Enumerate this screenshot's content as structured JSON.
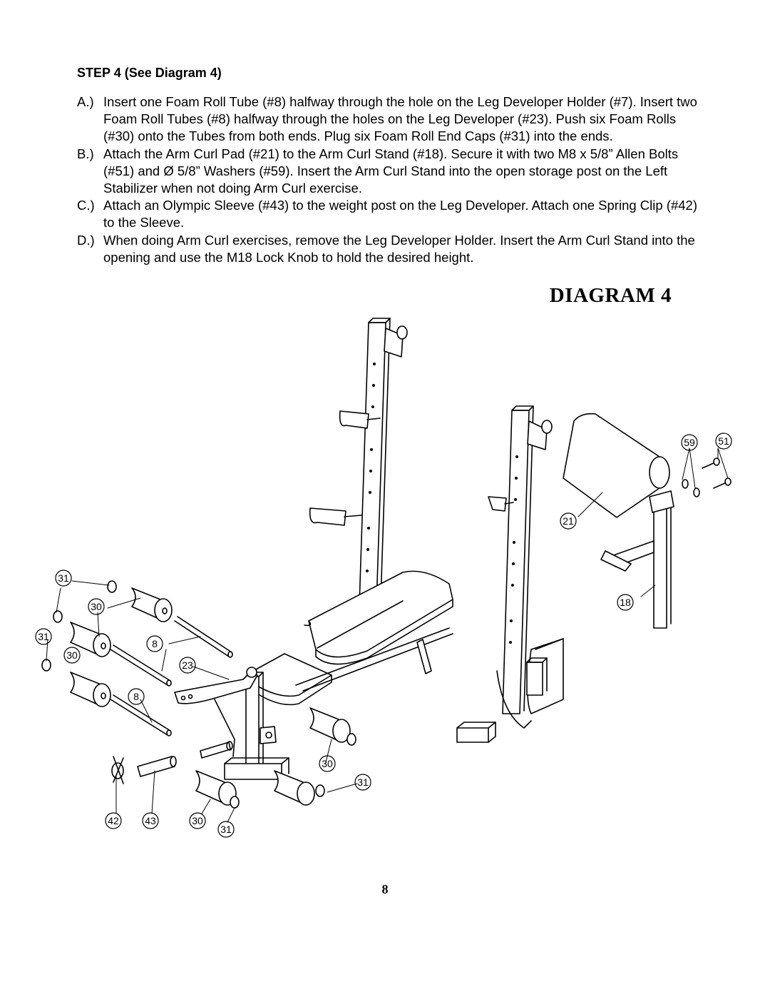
{
  "step": {
    "heading": "STEP 4   (See Diagram 4)"
  },
  "instructions": [
    {
      "letter": "A.)",
      "text": "Insert one Foam Roll Tube (#8) halfway through the hole on the Leg Developer Holder (#7). Insert two Foam Roll Tubes (#8) halfway through the holes on the Leg Developer (#23). Push six Foam Rolls (#30) onto the Tubes from both ends.  Plug six Foam Roll End Caps (#31) into the ends."
    },
    {
      "letter": "B.)",
      "text": "Attach the Arm Curl Pad (#21) to the Arm Curl Stand (#18). Secure it with two M8 x 5/8” Allen Bolts (#51) and Ø 5/8” Washers (#59). Insert the Arm Curl Stand into the open storage post on the Left Stabilizer when not doing Arm Curl exercise."
    },
    {
      "letter": "C.)",
      "text": "Attach an Olympic Sleeve (#43) to the weight post on the Leg Developer. Attach one Spring Clip (#42) to the Sleeve."
    },
    {
      "letter": "D.)",
      "text": "When doing Arm Curl exercises, remove the Leg Developer Holder. Insert the Arm Curl Stand into the opening and use the M18 Lock Knob to hold the desired height."
    }
  ],
  "diagram": {
    "title": "DIAGRAM 4",
    "callouts": {
      "c31a": "31",
      "c30a": "30",
      "c31b": "31",
      "c30b": "30",
      "c8a": "8",
      "c23": "23",
      "c8b": "8",
      "c42": "42",
      "c43": "43",
      "c30c": "30",
      "c31c": "31",
      "c30d": "30",
      "c31d": "31",
      "c59": "59",
      "c51": "51",
      "c21": "21",
      "c18": "18"
    }
  },
  "page": {
    "number": "8"
  }
}
